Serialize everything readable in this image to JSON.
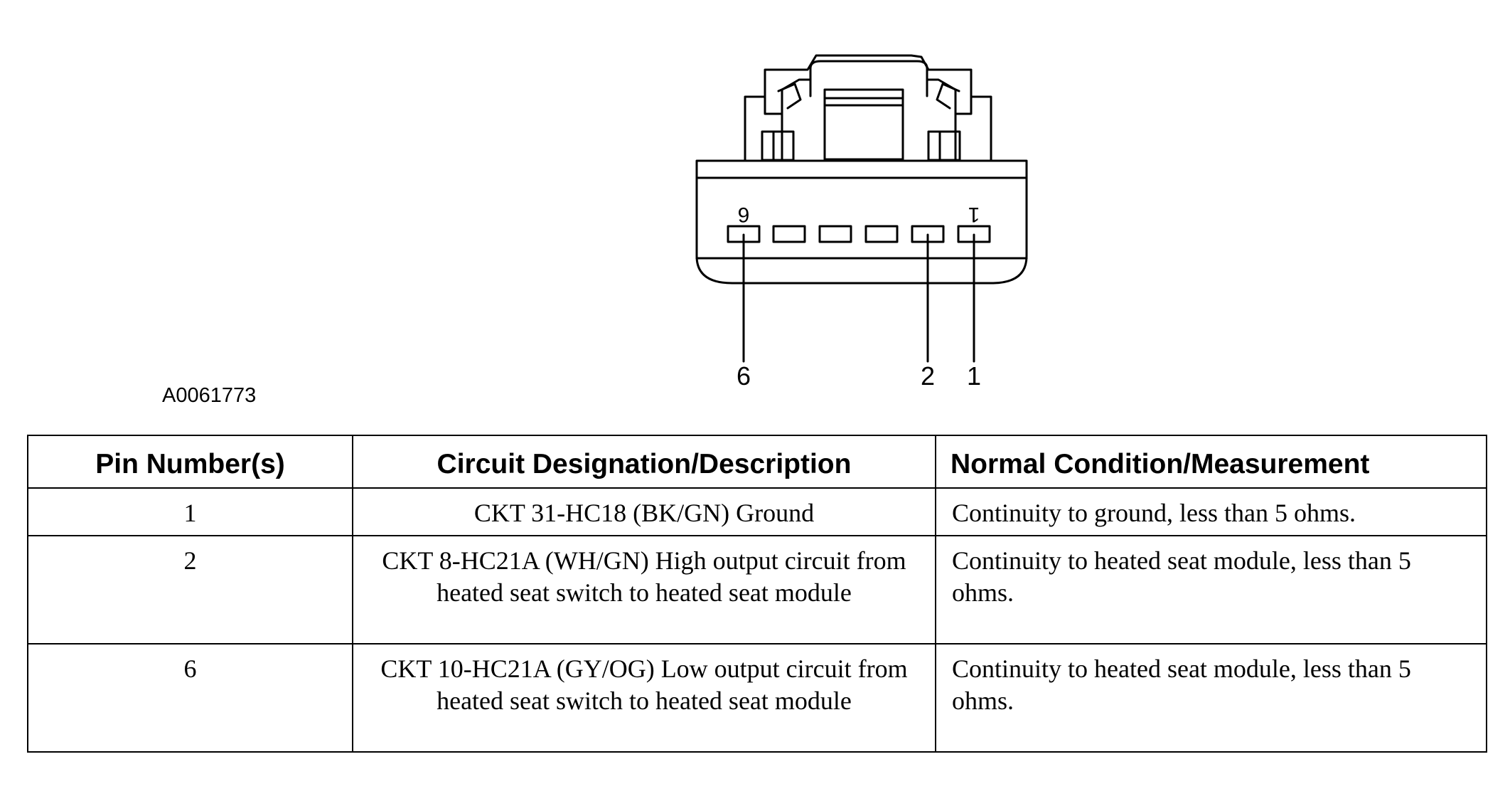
{
  "figure_id": "A0061773",
  "connector": {
    "top_pin_labels": [
      "6",
      "1"
    ],
    "callout_labels": [
      "6",
      "2",
      "1"
    ]
  },
  "table": {
    "headers": [
      "Pin Number(s)",
      "Circuit Designation/Description",
      "Normal Condition/Measurement"
    ],
    "rows": [
      {
        "pin": "1",
        "circuit": "CKT 31-HC18 (BK/GN) Ground",
        "condition": "Continuity to ground, less than 5 ohms."
      },
      {
        "pin": "2",
        "circuit": "CKT 8-HC21A (WH/GN) High output circuit from heated seat switch to heated seat module",
        "condition": "Continuity to heated seat module, less than 5 ohms."
      },
      {
        "pin": "6",
        "circuit": "CKT 10-HC21A (GY/OG) Low output circuit from heated seat switch to heated seat module",
        "condition": "Continuity to heated seat module, less than 5 ohms."
      }
    ]
  }
}
